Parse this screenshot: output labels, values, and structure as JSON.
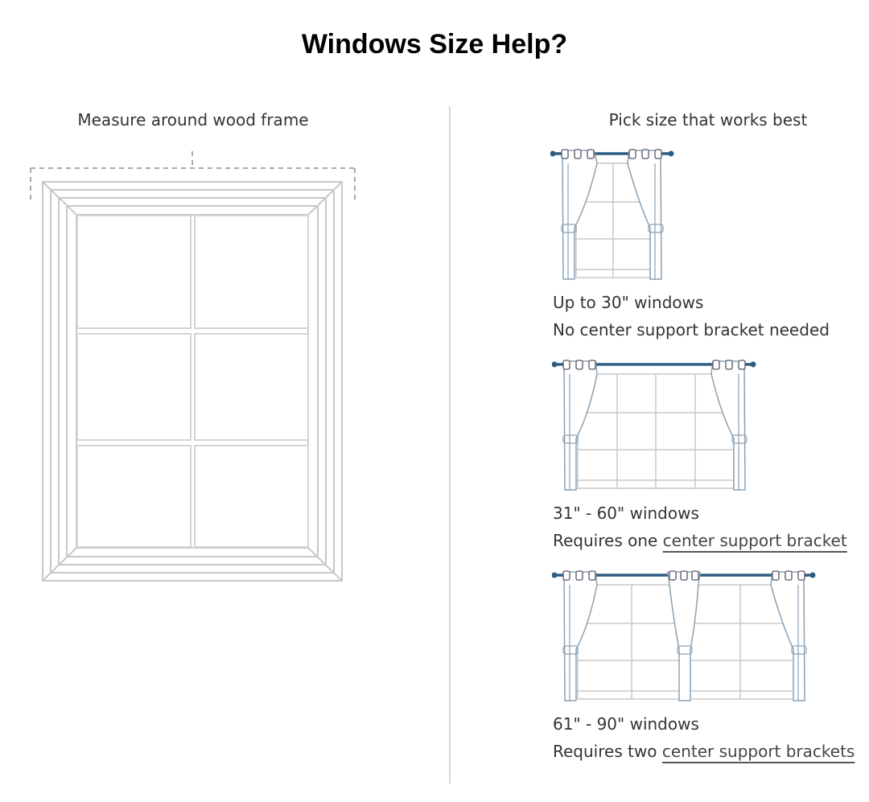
{
  "header": {
    "title": "Windows Size Help?"
  },
  "measure": {
    "label": "Measure around wood frame"
  },
  "pick": {
    "label": "Pick size that works best"
  },
  "options": [
    {
      "size": "Up to 30\" windows",
      "requirement": "No center support bracket needed",
      "link": ""
    },
    {
      "size": "31\" - 60\" windows",
      "requirement": "Requires one ",
      "link": "center support bracket"
    },
    {
      "size": "61\" - 90\" windows",
      "requirement": "Requires two ",
      "link": "center support brackets"
    }
  ],
  "colors": {
    "rod": "#2f5d82",
    "line": "#c8c8c8",
    "curtain": "#9db4c4",
    "text": "#333333"
  }
}
